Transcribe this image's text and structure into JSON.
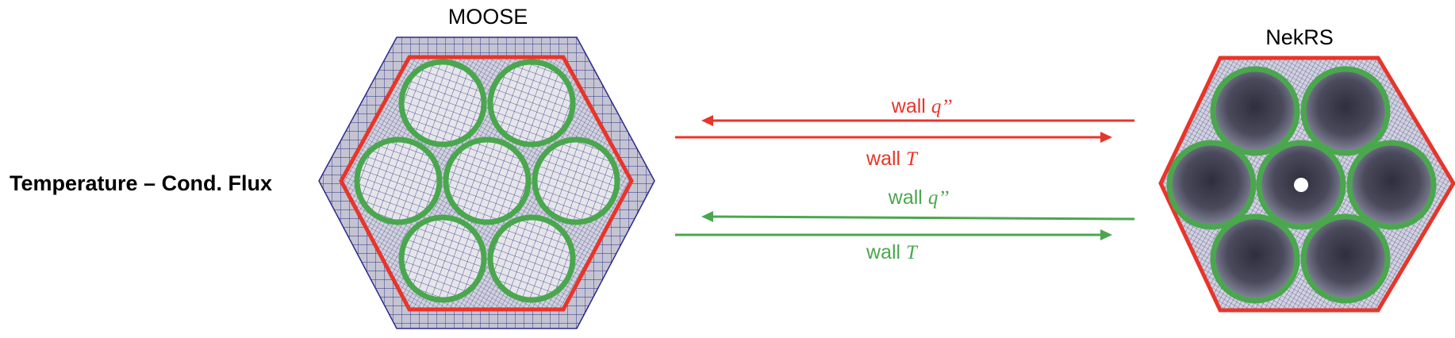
{
  "row_label": "Temperature – Cond. Flux",
  "left_panel": {
    "title": "MOOSE",
    "pins": 7
  },
  "right_panel": {
    "title": "NekRS",
    "pins": 7
  },
  "colors": {
    "red": "#e8352a",
    "green": "#4aa74e",
    "mesh_line": "#2a2a8c",
    "mesh_fill": "#e6e6ea",
    "outer_fill": "#b8b8c8",
    "channel_dark": "#3c3c4c"
  },
  "arrows": [
    {
      "prefix": "wall ",
      "var": "q’’",
      "direction": "to-left",
      "color": "red"
    },
    {
      "prefix": "wall ",
      "var": "T",
      "direction": "to-right",
      "color": "red"
    },
    {
      "prefix": "wall ",
      "var": "q’’",
      "direction": "to-left",
      "color": "green"
    },
    {
      "prefix": "wall ",
      "var": "T",
      "direction": "to-right",
      "color": "green"
    }
  ]
}
